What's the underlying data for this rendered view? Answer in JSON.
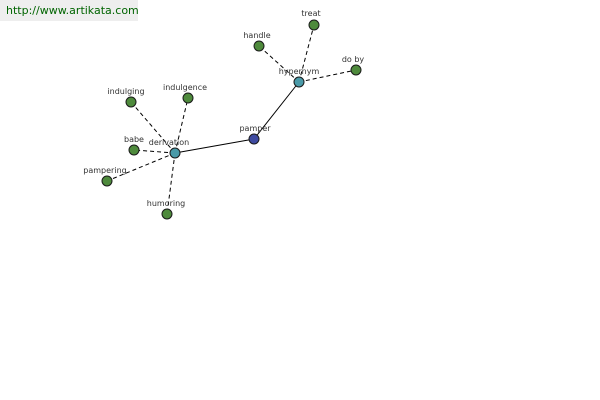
{
  "source_link": "http://www.artikata.com",
  "colors": {
    "leaf_fill": "#4e8a3c",
    "relation_fill": "#4a9aa8",
    "root_fill": "#3e4aa0",
    "edge": "#000000"
  },
  "nodes": [
    {
      "id": "pamper",
      "label": "pamper",
      "kind": "root"
    },
    {
      "id": "hypernym",
      "label": "hypernym",
      "kind": "relation"
    },
    {
      "id": "derivation",
      "label": "derivation",
      "kind": "relation"
    },
    {
      "id": "treat",
      "label": "treat",
      "kind": "leaf"
    },
    {
      "id": "handle",
      "label": "handle",
      "kind": "leaf"
    },
    {
      "id": "do-by",
      "label": "do by",
      "kind": "leaf"
    },
    {
      "id": "indulging",
      "label": "indulging",
      "kind": "leaf"
    },
    {
      "id": "indulgence",
      "label": "indulgence",
      "kind": "leaf"
    },
    {
      "id": "babe",
      "label": "babe",
      "kind": "leaf"
    },
    {
      "id": "pampering",
      "label": "pampering",
      "kind": "leaf"
    },
    {
      "id": "humoring",
      "label": "humoring",
      "kind": "leaf"
    }
  ],
  "edges": [
    {
      "from": "pamper",
      "to": "hypernym",
      "style": "solid"
    },
    {
      "from": "pamper",
      "to": "derivation",
      "style": "solid"
    },
    {
      "from": "hypernym",
      "to": "treat",
      "style": "dashed"
    },
    {
      "from": "hypernym",
      "to": "handle",
      "style": "dashed"
    },
    {
      "from": "hypernym",
      "to": "do-by",
      "style": "dashed"
    },
    {
      "from": "derivation",
      "to": "indulging",
      "style": "dashed"
    },
    {
      "from": "derivation",
      "to": "indulgence",
      "style": "dashed"
    },
    {
      "from": "derivation",
      "to": "babe",
      "style": "dashed"
    },
    {
      "from": "derivation",
      "to": "pampering",
      "style": "dashed"
    },
    {
      "from": "derivation",
      "to": "humoring",
      "style": "dashed"
    }
  ]
}
